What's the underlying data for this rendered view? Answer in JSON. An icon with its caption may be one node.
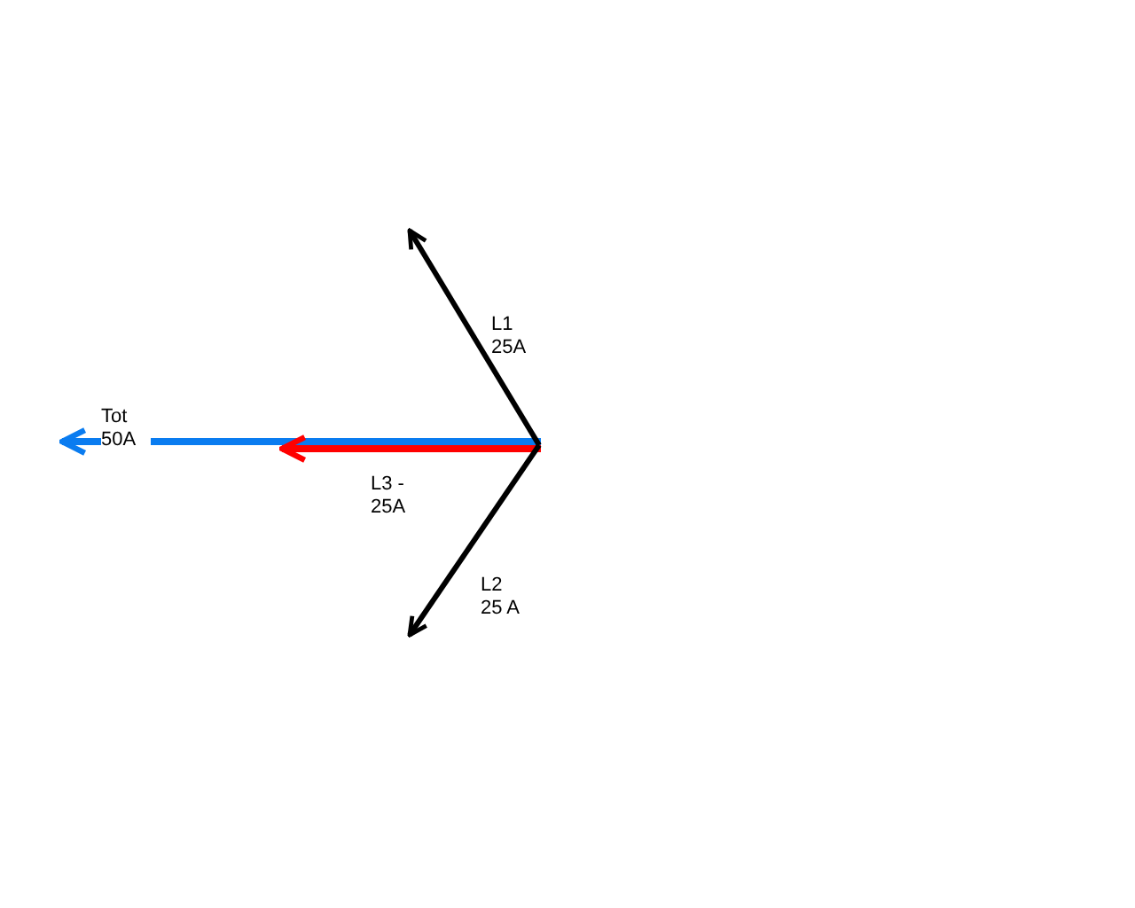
{
  "diagram": {
    "labels": [
      "L1 25A",
      "Tot 50A",
      "L3 - 25A",
      "L2 25 A"
    ]
  }
}
